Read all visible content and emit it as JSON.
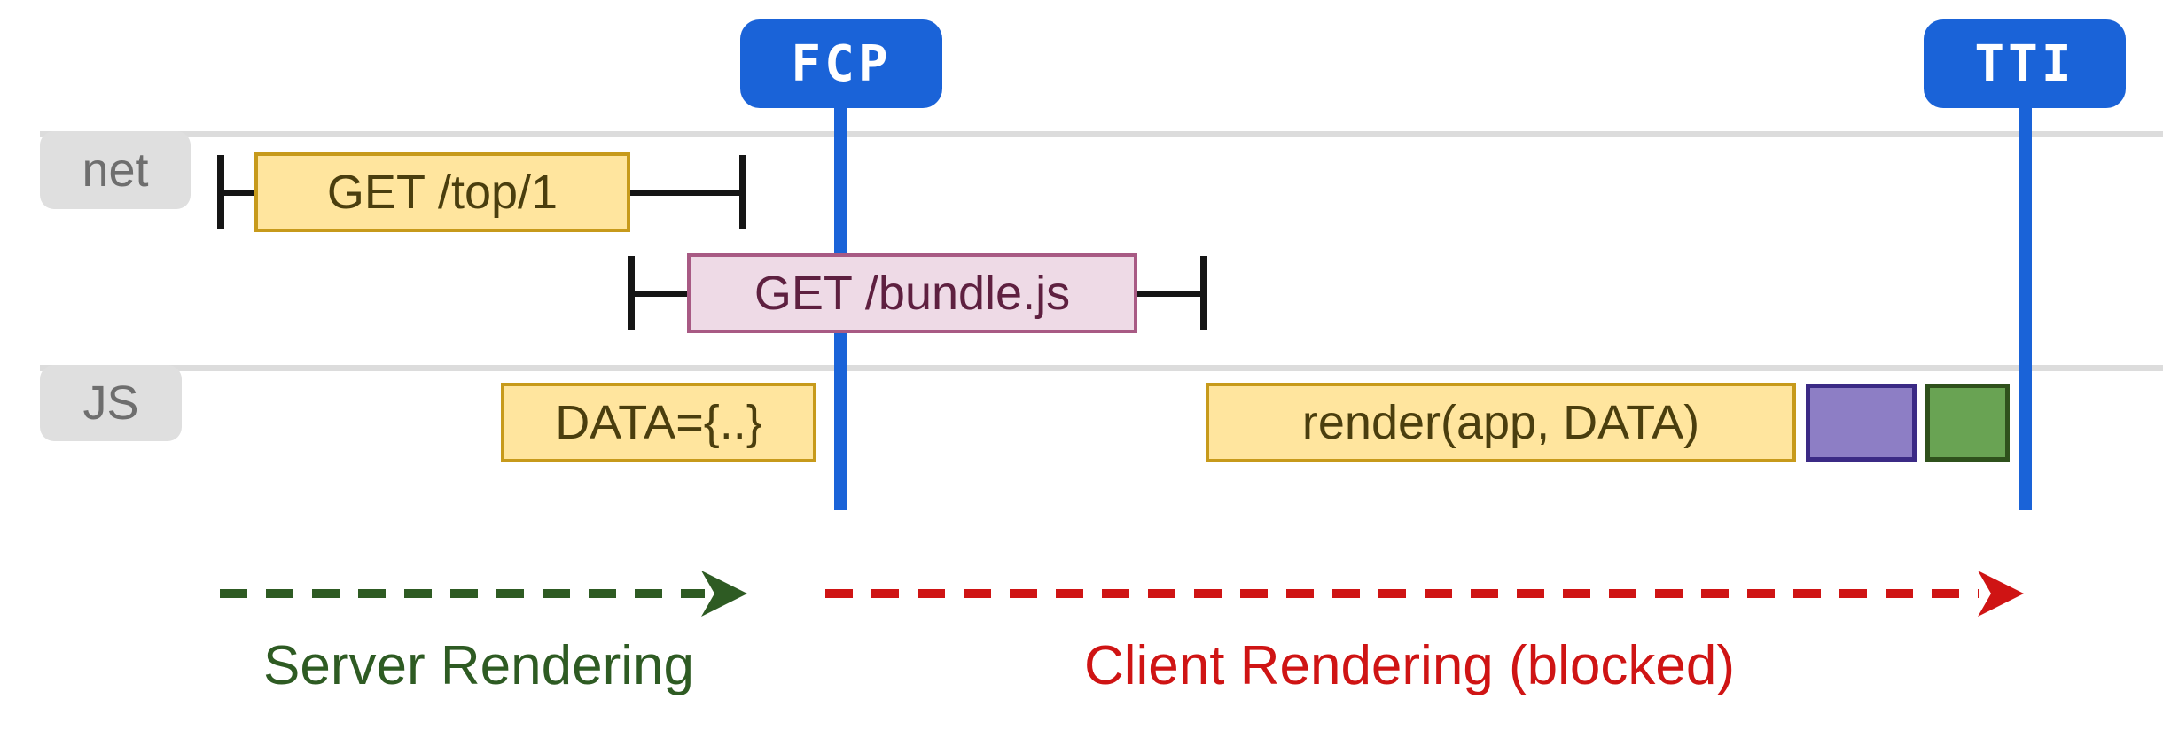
{
  "markers": [
    {
      "label": "FCP",
      "color": "#1a63d8"
    },
    {
      "label": "TTI",
      "color": "#1a63d8"
    }
  ],
  "rows": [
    {
      "label": "net"
    },
    {
      "label": "JS"
    }
  ],
  "tasks": {
    "net": [
      {
        "label": "GET /top/1",
        "fill": "#ffe59e",
        "border": "#c79a1b",
        "text_color": "#4a3e0e"
      },
      {
        "label": "GET /bundle.js",
        "fill": "#eedae6",
        "border": "#a85a84",
        "text_color": "#5e2040"
      }
    ],
    "js": [
      {
        "label": "DATA={..}",
        "fill": "#ffe59e",
        "border": "#c79a1b",
        "text_color": "#4a3e0e"
      },
      {
        "label": "render(app, DATA)",
        "fill": "#ffe59e",
        "border": "#c79a1b",
        "text_color": "#4a3e0e"
      },
      {
        "label": "",
        "fill": "#8d7ec5",
        "border": "#3b2a85",
        "text_color": "#ffffff"
      },
      {
        "label": "",
        "fill": "#69a353",
        "border": "#2f511c",
        "text_color": "#ffffff"
      }
    ]
  },
  "phases": [
    {
      "label": "Server Rendering",
      "color": "#2e5b23"
    },
    {
      "label": "Client Rendering (blocked)",
      "color": "#cf1414"
    }
  ],
  "colors": {
    "row_line": "#dcdcdc",
    "row_label_bg": "#dfdfdf",
    "row_label_text": "#6e6e6e",
    "whisker": "#151515"
  }
}
